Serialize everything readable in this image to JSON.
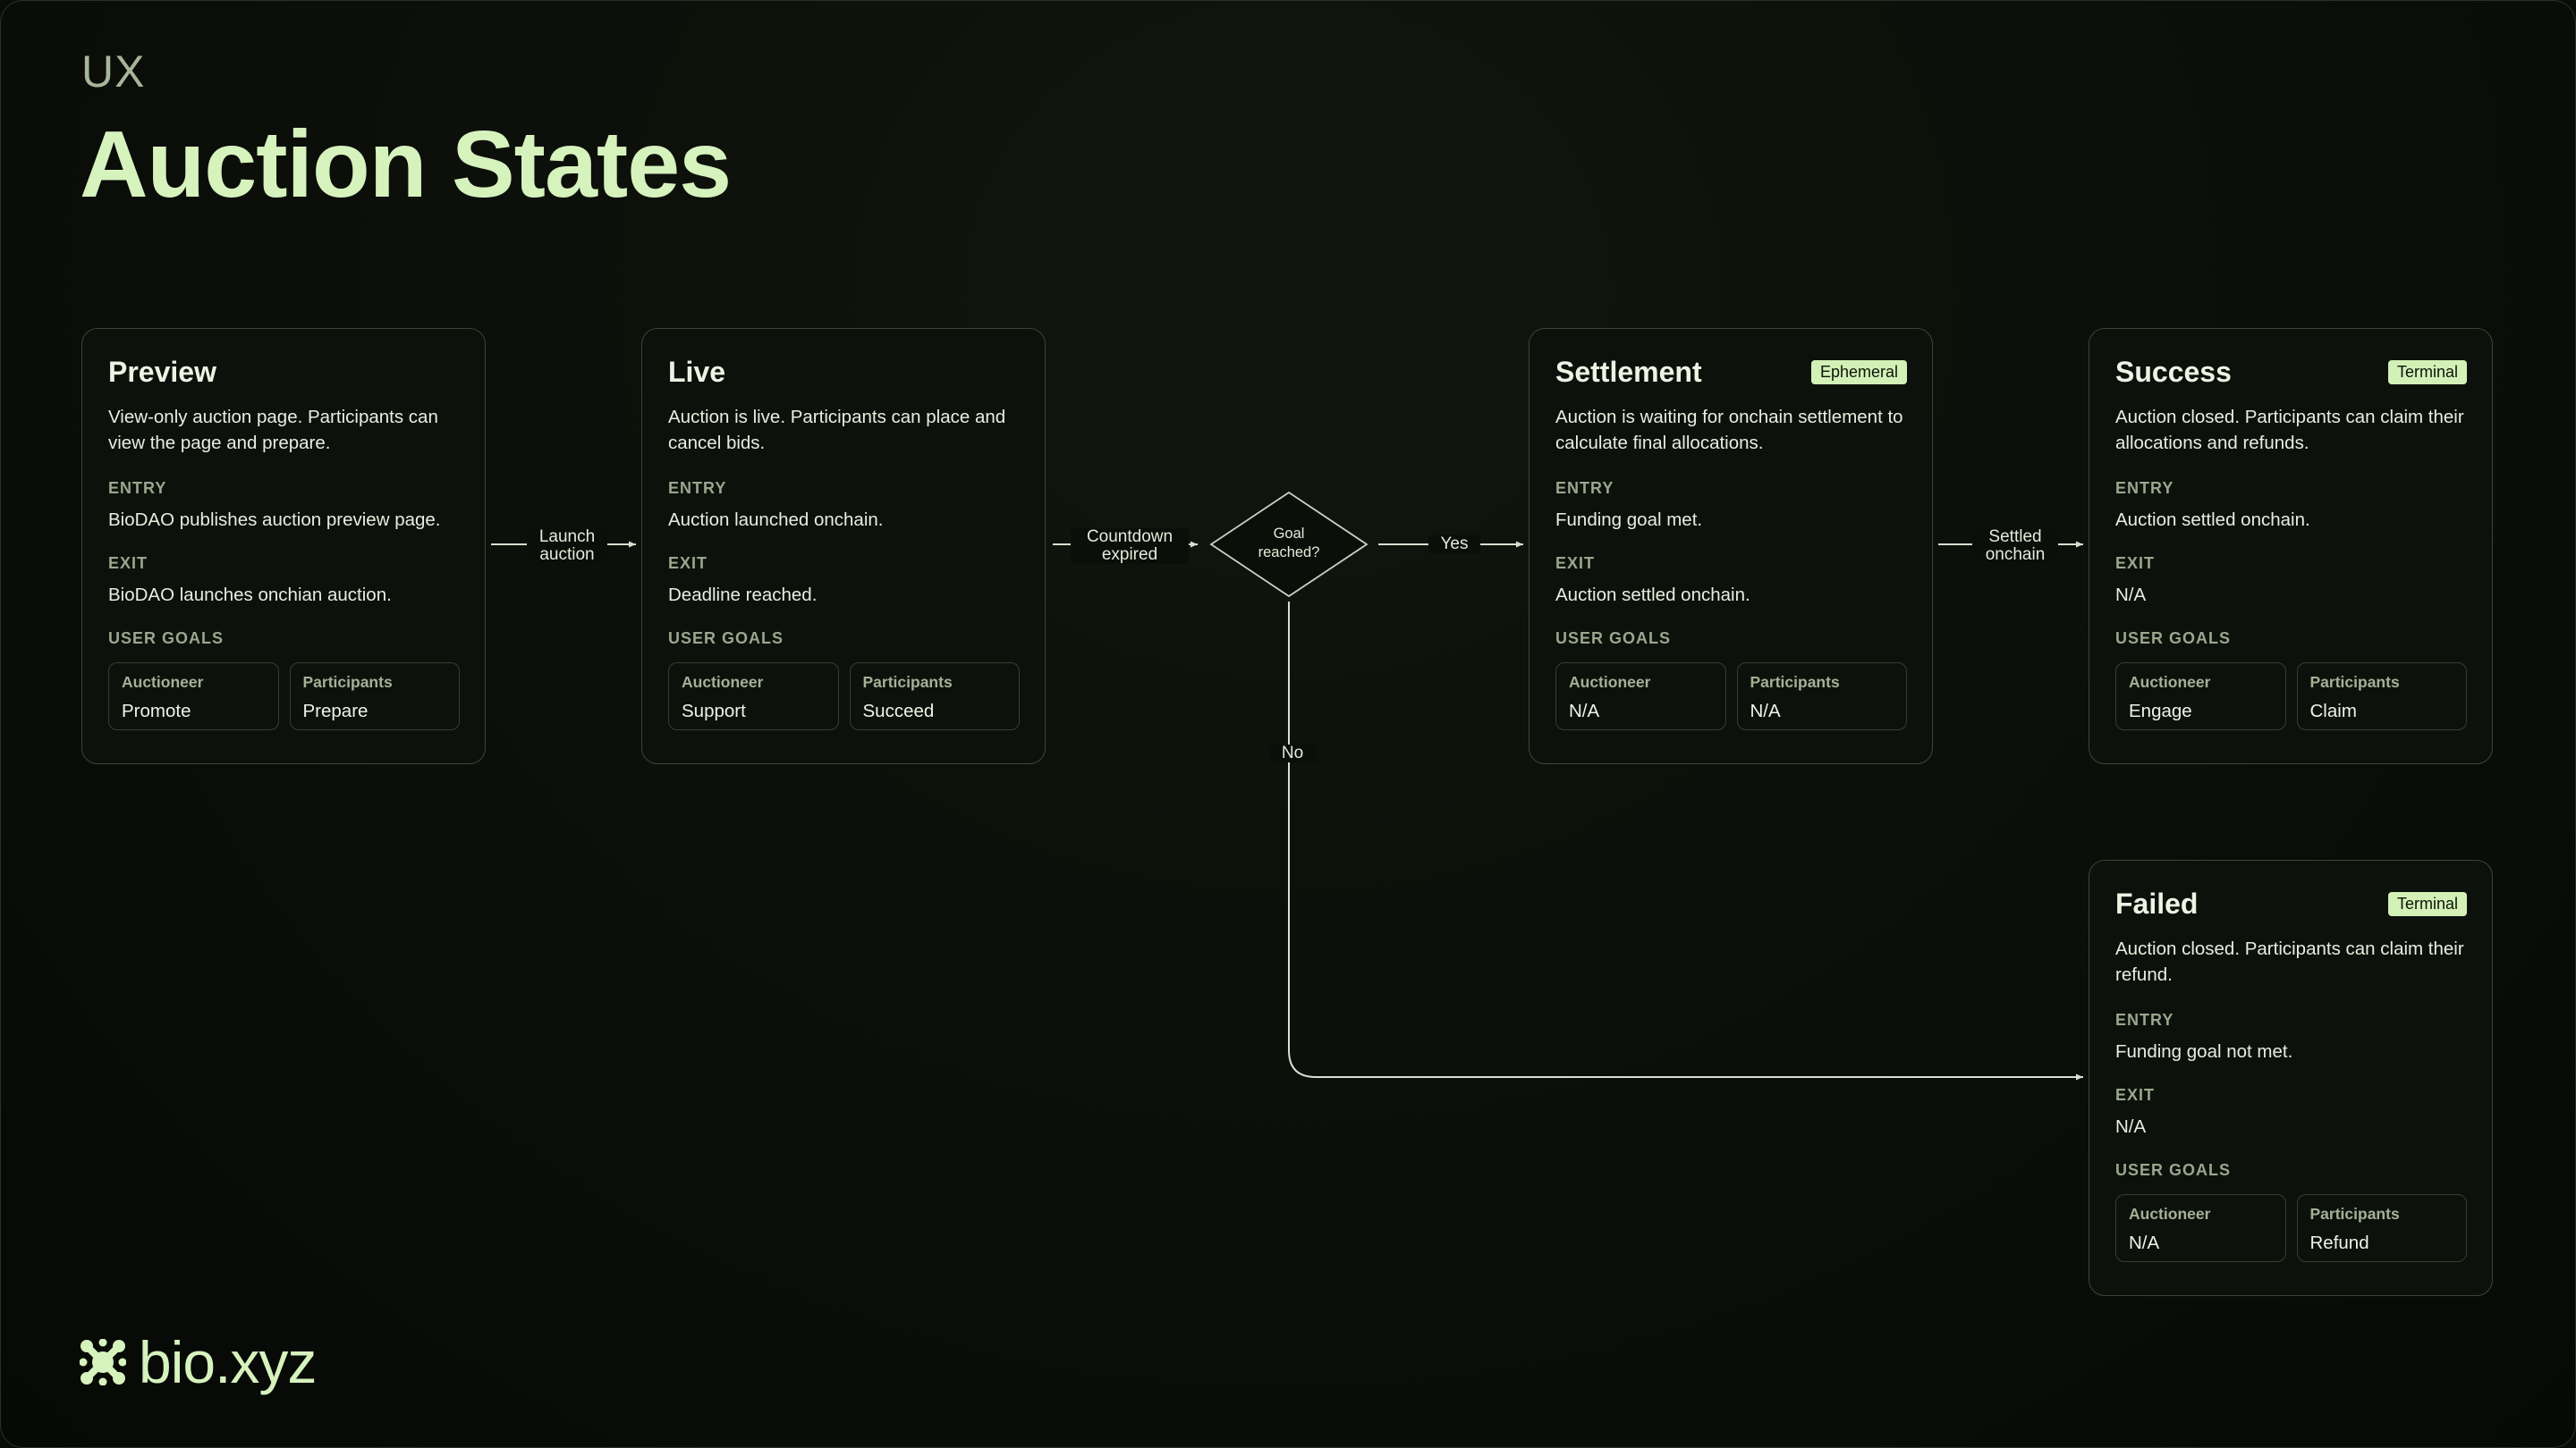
{
  "header": {
    "eyebrow": "UX",
    "title": "Auction States"
  },
  "states": {
    "preview": {
      "title": "Preview",
      "desc": "View-only auction page. Participants can view the page and prepare.",
      "entry_label": "ENTRY",
      "entry": "BioDAO publishes auction preview page.",
      "exit_label": "EXIT",
      "exit": "BioDAO launches onchian auction.",
      "goals_label": "USER GOALS",
      "goals": [
        {
          "role": "Auctioneer",
          "value": "Promote"
        },
        {
          "role": "Participants",
          "value": "Prepare"
        }
      ]
    },
    "live": {
      "title": "Live",
      "desc": "Auction is live. Participants can place and cancel bids.",
      "entry_label": "ENTRY",
      "entry": "Auction launched onchain.",
      "exit_label": "EXIT",
      "exit": "Deadline reached.",
      "goals_label": "USER GOALS",
      "goals": [
        {
          "role": "Auctioneer",
          "value": "Support"
        },
        {
          "role": "Participants",
          "value": "Succeed"
        }
      ]
    },
    "settlement": {
      "title": "Settlement",
      "badge": "Ephemeral",
      "desc": "Auction is waiting for onchain settlement to calculate final allocations.",
      "entry_label": "ENTRY",
      "entry": "Funding goal met.",
      "exit_label": "EXIT",
      "exit": "Auction settled onchain.",
      "goals_label": "USER GOALS",
      "goals": [
        {
          "role": "Auctioneer",
          "value": "N/A"
        },
        {
          "role": "Participants",
          "value": "N/A"
        }
      ]
    },
    "success": {
      "title": "Success",
      "badge": "Terminal",
      "desc": "Auction closed. Participants can claim their allocations and refunds.",
      "entry_label": "ENTRY",
      "entry": "Auction settled onchain.",
      "exit_label": "EXIT",
      "exit": "N/A",
      "goals_label": "USER GOALS",
      "goals": [
        {
          "role": "Auctioneer",
          "value": "Engage"
        },
        {
          "role": "Participants",
          "value": "Claim"
        }
      ]
    },
    "failed": {
      "title": "Failed",
      "badge": "Terminal",
      "desc": "Auction closed. Participants can claim their refund.",
      "entry_label": "ENTRY",
      "entry": "Funding goal not met.",
      "exit_label": "EXIT",
      "exit": "N/A",
      "goals_label": "USER GOALS",
      "goals": [
        {
          "role": "Auctioneer",
          "value": "N/A"
        },
        {
          "role": "Participants",
          "value": "Refund"
        }
      ]
    }
  },
  "transitions": {
    "launch": {
      "line1": "Launch",
      "line2": "auction"
    },
    "countdown": {
      "line1": "Countdown",
      "line2": "expired"
    },
    "decision": {
      "line1": "Goal",
      "line2": "reached?"
    },
    "yes": "Yes",
    "no": "No",
    "settled": {
      "line1": "Settled",
      "line2": "onchain"
    }
  },
  "footer": {
    "logo": "bio.xyz"
  },
  "colors": {
    "background": "#0a0d08",
    "accent": "#d6f2bd",
    "card_border": "#3c4534",
    "badge_bg": "#d3f1b7"
  }
}
